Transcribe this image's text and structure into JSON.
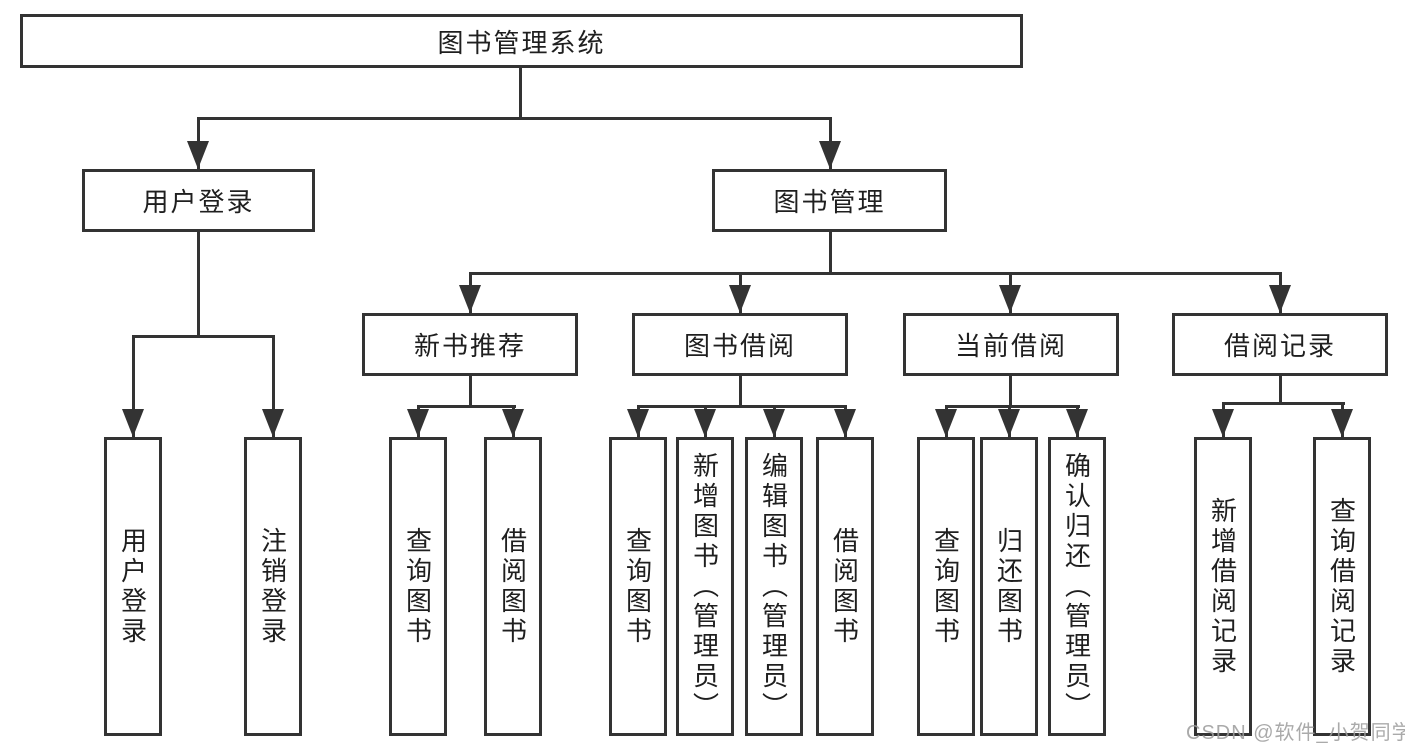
{
  "tree": {
    "root": {
      "label": "图书管理系统"
    },
    "branches": [
      {
        "label": "用户登录",
        "children": [
          {
            "label": "用户登录"
          },
          {
            "label": "注销登录"
          }
        ]
      },
      {
        "label": "图书管理",
        "children": [
          {
            "label": "新书推荐",
            "children": [
              {
                "label": "查询图书"
              },
              {
                "label": "借阅图书"
              }
            ]
          },
          {
            "label": "图书借阅",
            "children": [
              {
                "label": "查询图书"
              },
              {
                "label": "新增图书（管理员）"
              },
              {
                "label": "编辑图书（管理员）"
              },
              {
                "label": "借阅图书"
              }
            ]
          },
          {
            "label": "当前借阅",
            "children": [
              {
                "label": "查询图书"
              },
              {
                "label": "归还图书"
              },
              {
                "label": "确认归还（管理员）"
              }
            ]
          },
          {
            "label": "借阅记录",
            "children": [
              {
                "label": "新增借阅记录"
              },
              {
                "label": "查询借阅记录"
              }
            ]
          }
        ]
      }
    ]
  },
  "watermark": {
    "text": "CSDN @软件_小贺同学"
  },
  "colors": {
    "line": "#333333",
    "text": "#1f1f1f",
    "watermark": "#9e9e9e",
    "background": "#ffffff"
  }
}
